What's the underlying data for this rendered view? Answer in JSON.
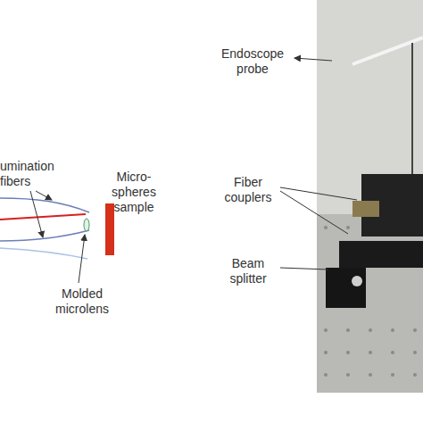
{
  "diagram": {
    "labels": [
      "umination fibers",
      "Micro-spheres sample",
      "Molded microlens",
      "Endoscope probe",
      "Fiber couplers",
      "Beam splitter"
    ]
  }
}
